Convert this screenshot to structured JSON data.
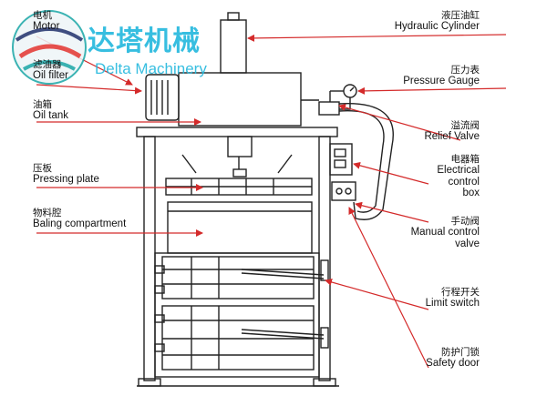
{
  "watermark": {
    "chinese": "达塔机械",
    "english": "Delta Machinery"
  },
  "labels": {
    "motor": {
      "cn": "电机",
      "en": "Motor"
    },
    "oil_filter": {
      "cn": "滤油器",
      "en": "Oil filter"
    },
    "oil_tank": {
      "cn": "油箱",
      "en": "Oil tank"
    },
    "pressing_plate": {
      "cn": "压板",
      "en": "Pressing plate"
    },
    "baling_compartment": {
      "cn": "物料腔",
      "en": "Baling compartment"
    },
    "hydraulic_cylinder": {
      "cn": "液压油缸",
      "en": "Hydraulic Cylinder"
    },
    "pressure_gauge": {
      "cn": "压力表",
      "en": "Pressure Gauge"
    },
    "relief_valve": {
      "cn": "溢流阀",
      "en": "Relief Valve"
    },
    "electrical_box": {
      "cn": "电器箱",
      "en1": "Electrical",
      "en2": "control",
      "en3": "box"
    },
    "manual_valve": {
      "cn": "手动阀",
      "en1": "Manual control",
      "en2": "valve"
    },
    "limit_switch": {
      "cn": "行程开关",
      "en": "Limit switch"
    },
    "safety_door": {
      "cn": "防护门锁",
      "en": "Safety door"
    }
  },
  "colors": {
    "leader_line": "#d42a2a",
    "outline": "#222222",
    "watermark": "#22b8dd",
    "logo_red": "#e3342f",
    "logo_teal": "#1aa6a6",
    "logo_navy": "#20306b"
  }
}
